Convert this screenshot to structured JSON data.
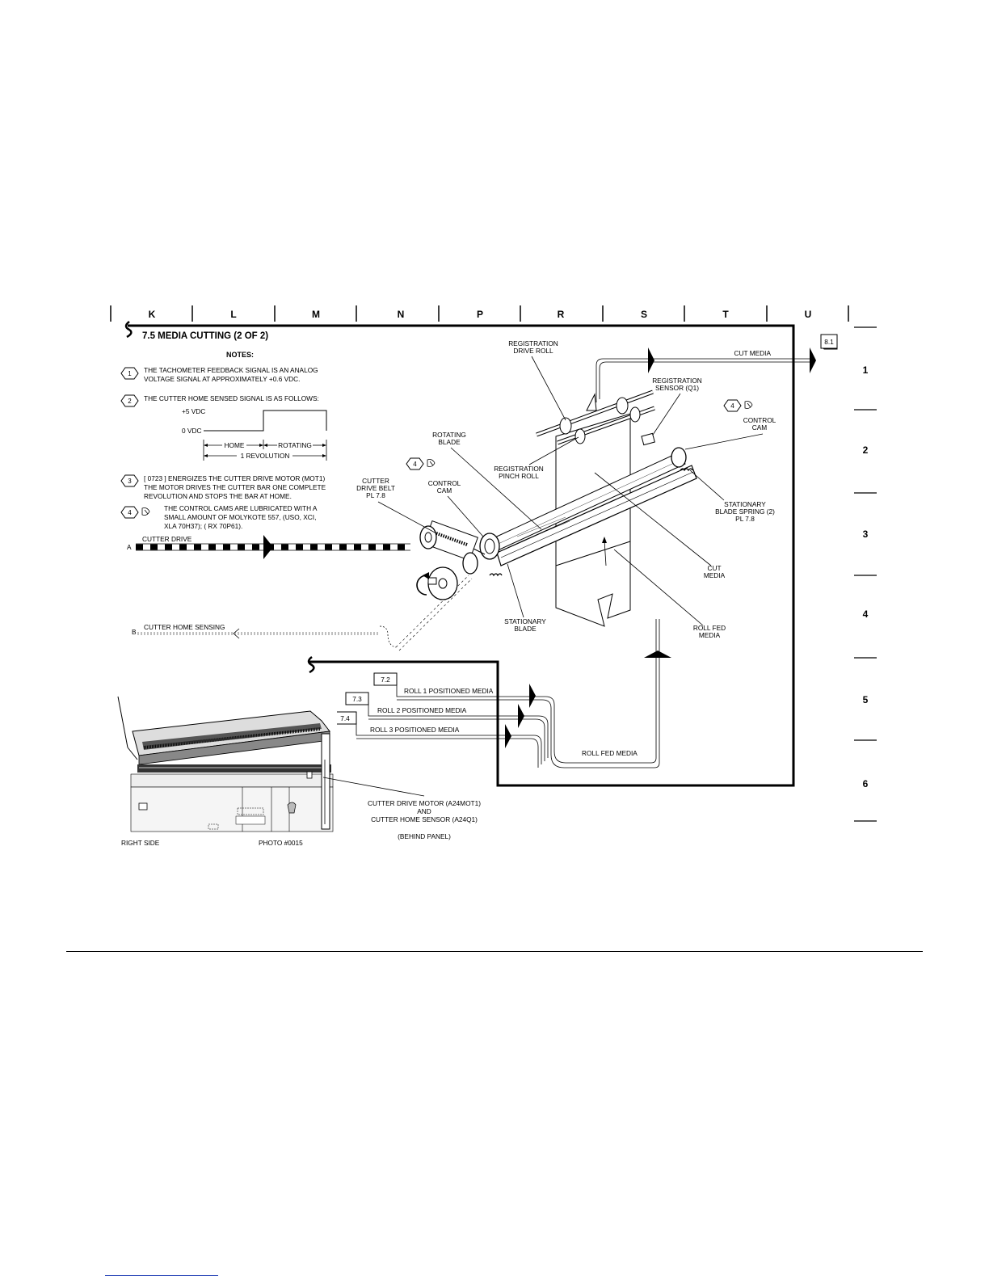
{
  "columns": [
    "K",
    "L",
    "M",
    "N",
    "P",
    "R",
    "S",
    "T",
    "U"
  ],
  "rows": [
    "1",
    "2",
    "3",
    "4",
    "5",
    "6"
  ],
  "section_title": "7.5  MEDIA CUTTING (2 OF 2)",
  "notes_heading": "NOTES:",
  "notes": [
    {
      "num": "1",
      "lines": [
        "THE TACHOMETER FEEDBACK SIGNAL IS AN ANALOG",
        "VOLTAGE SIGNAL AT APPROXIMATELY +0.6 VDC."
      ]
    },
    {
      "num": "2",
      "lines": [
        "THE CUTTER HOME SENSED SIGNAL IS AS FOLLOWS:"
      ]
    },
    {
      "num": "3",
      "lines": [
        "[ 0723 ] ENERGIZES THE CUTTER DRIVE MOTOR (MOT1)",
        "THE MOTOR DRIVES THE CUTTER BAR ONE COMPLETE",
        "REVOLUTION AND STOPS THE BAR AT HOME."
      ]
    },
    {
      "num": "4",
      "lines": [
        "THE CONTROL CAMS ARE LUBRICATED WITH A",
        "SMALL AMOUNT OF MOLYKOTE 557, (USO, XCI,",
        "XLA 70H37); ( RX 70P61)."
      ]
    }
  ],
  "timing": {
    "v_high": "+5 VDC",
    "v_low": "0 VDC",
    "home": "HOME",
    "rotating": "ROTATING",
    "revolution": "1 REVOLUTION"
  },
  "signals": {
    "cutter_drive": "CUTTER DRIVE",
    "cutter_drive_pin": "A",
    "cutter_home": "CUTTER HOME SENSING",
    "cutter_home_pin": "B",
    "cut_media": "CUT MEDIA",
    "cut_media_ref": "8.1",
    "roll1": "ROLL 1 POSITIONED MEDIA",
    "roll1_ref": "7.2",
    "roll2": "ROLL 2 POSITIONED MEDIA",
    "roll2_ref": "7.3",
    "roll3": "ROLL 3 POSITIONED MEDIA",
    "roll3_ref": "7.4",
    "roll_fed": "ROLL FED MEDIA"
  },
  "callouts": {
    "reg_drive_roll": [
      "REGISTRATION",
      "DRIVE ROLL"
    ],
    "reg_sensor": [
      "REGISTRATION",
      "SENSOR (Q1)"
    ],
    "control_cam_right": [
      "CONTROL",
      "CAM"
    ],
    "rotating_blade": [
      "ROTATING",
      "BLADE"
    ],
    "reg_pinch_roll": [
      "REGISTRATION",
      "PINCH ROLL"
    ],
    "cutter_drive_belt": [
      "CUTTER",
      "DRIVE BELT",
      "PL 7.8"
    ],
    "control_cam_left": [
      "CONTROL",
      "CAM"
    ],
    "stationary_spring": [
      "STATIONARY",
      "BLADE SPRING (2)",
      "PL 7.8"
    ],
    "cut_media": [
      "CUT",
      "MEDIA"
    ],
    "stationary_blade": [
      "STATIONARY",
      "BLADE"
    ],
    "roll_fed_media": [
      "ROLL FED",
      "MEDIA"
    ],
    "note4_marker": "4"
  },
  "photo": {
    "label_side": "RIGHT SIDE",
    "label_photo": "PHOTO #0015",
    "caption": [
      "CUTTER DRIVE MOTOR (A24MOT1)",
      "AND",
      "CUTTER HOME SENSOR (A24Q1)"
    ],
    "behind": "(BEHIND PANEL)"
  }
}
